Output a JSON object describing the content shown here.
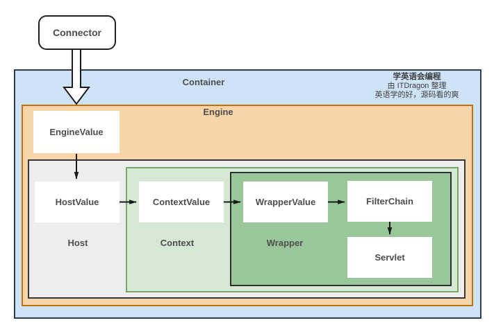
{
  "diagram_type": "nested-container-architecture",
  "nodes": {
    "connector": "Connector",
    "container": "Container",
    "engine": "Engine",
    "engine_value": "EngineValue",
    "host": "Host",
    "host_value": "HostValue",
    "context": "Context",
    "context_value": "ContextValue",
    "wrapper": "Wrapper",
    "wrapper_value": "WrapperValue",
    "filter_chain": "FilterChain",
    "servlet": "Servlet"
  },
  "watermark": {
    "line1": "学英语会编程",
    "line2": "由 ITDragon 整理",
    "line3": "英语学的好，源码看的爽"
  },
  "hierarchy": [
    "Container > Engine > Host > Context > Wrapper",
    "EngineValue in Engine",
    "HostValue in Host",
    "ContextValue in Context",
    "WrapperValue, FilterChain, Servlet in Wrapper"
  ],
  "edges": [
    {
      "from": "Connector",
      "to": "Engine",
      "style": "hollow-block-arrow"
    },
    {
      "from": "EngineValue",
      "to": "HostValue",
      "style": "solid-arrow"
    },
    {
      "from": "HostValue",
      "to": "ContextValue",
      "style": "solid-arrow"
    },
    {
      "from": "ContextValue",
      "to": "WrapperValue",
      "style": "solid-arrow"
    },
    {
      "from": "WrapperValue",
      "to": "FilterChain",
      "style": "solid-arrow"
    },
    {
      "from": "FilterChain",
      "to": "Servlet",
      "style": "solid-arrow"
    }
  ],
  "colors": {
    "container_fill": "#cfe3f8",
    "container_border": "#363b43",
    "engine_fill": "#f8d5a9",
    "engine_border": "#c0710e",
    "host_fill": "#ededed",
    "host_border": "#33373a",
    "context_fill": "#d5e8d4",
    "context_border": "#7ba568",
    "wrapper_fill": "#9ac79a",
    "wrapper_border": "#2d2f31",
    "node_fill": "#ffffff",
    "text": "#4d4d4d",
    "arrow": "#1a1a1a"
  }
}
